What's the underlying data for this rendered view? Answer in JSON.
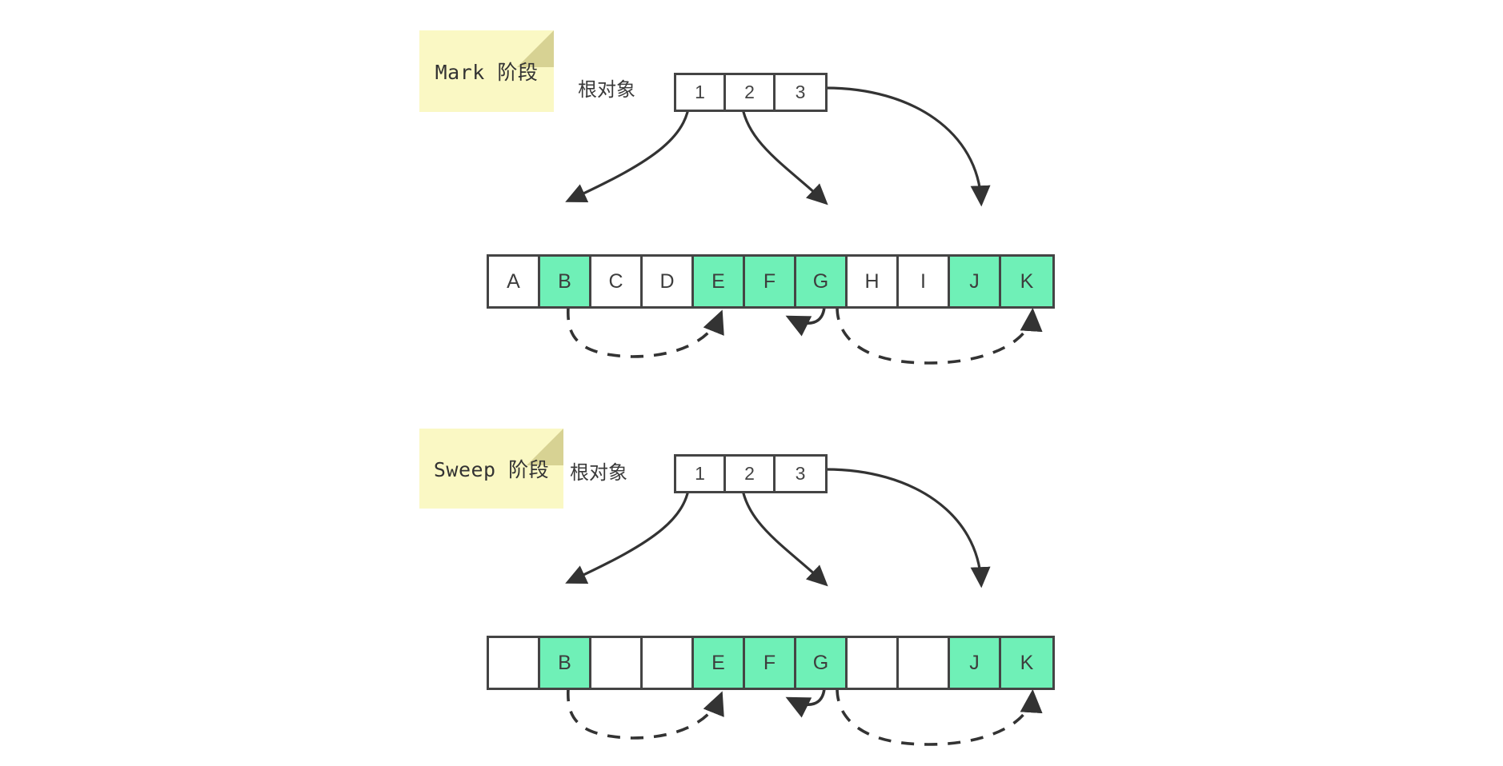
{
  "diagram": {
    "title_colors": {
      "note_bg": "#faf8c4",
      "note_fold": "#d7d293",
      "marked_cell": "#6ff0b7",
      "stroke": "#444444"
    },
    "phases": [
      {
        "id": "mark",
        "note_label": "Mark 阶段",
        "root_label": "根对象",
        "root_cells": [
          "1",
          "2",
          "3"
        ],
        "heap_cells": [
          {
            "label": "A",
            "marked": false
          },
          {
            "label": "B",
            "marked": true
          },
          {
            "label": "C",
            "marked": false
          },
          {
            "label": "D",
            "marked": false
          },
          {
            "label": "E",
            "marked": true
          },
          {
            "label": "F",
            "marked": true
          },
          {
            "label": "G",
            "marked": true
          },
          {
            "label": "H",
            "marked": false
          },
          {
            "label": "I",
            "marked": false
          },
          {
            "label": "J",
            "marked": true
          },
          {
            "label": "K",
            "marked": true
          }
        ],
        "root_references": [
          {
            "from_root": "1",
            "to_cell": "B"
          },
          {
            "from_root": "2",
            "to_cell": "G"
          },
          {
            "from_root": "3",
            "to_cell": "J"
          }
        ],
        "object_references": [
          {
            "from_cell": "B",
            "to_cell": "E"
          },
          {
            "from_cell": "G",
            "to_cell": "F"
          },
          {
            "from_cell": "G",
            "to_cell": "K"
          }
        ]
      },
      {
        "id": "sweep",
        "note_label": "Sweep 阶段",
        "root_label": "根对象",
        "root_cells": [
          "1",
          "2",
          "3"
        ],
        "heap_cells": [
          {
            "label": "",
            "marked": false
          },
          {
            "label": "B",
            "marked": true
          },
          {
            "label": "",
            "marked": false
          },
          {
            "label": "",
            "marked": false
          },
          {
            "label": "E",
            "marked": true
          },
          {
            "label": "F",
            "marked": true
          },
          {
            "label": "G",
            "marked": true
          },
          {
            "label": "",
            "marked": false
          },
          {
            "label": "",
            "marked": false
          },
          {
            "label": "J",
            "marked": true
          },
          {
            "label": "K",
            "marked": true
          }
        ],
        "root_references": [
          {
            "from_root": "1",
            "to_cell": "B"
          },
          {
            "from_root": "2",
            "to_cell": "G"
          },
          {
            "from_root": "3",
            "to_cell": "J"
          }
        ],
        "object_references": [
          {
            "from_cell": "B",
            "to_cell": "E"
          },
          {
            "from_cell": "G",
            "to_cell": "F"
          },
          {
            "from_cell": "G",
            "to_cell": "K"
          }
        ]
      }
    ]
  }
}
